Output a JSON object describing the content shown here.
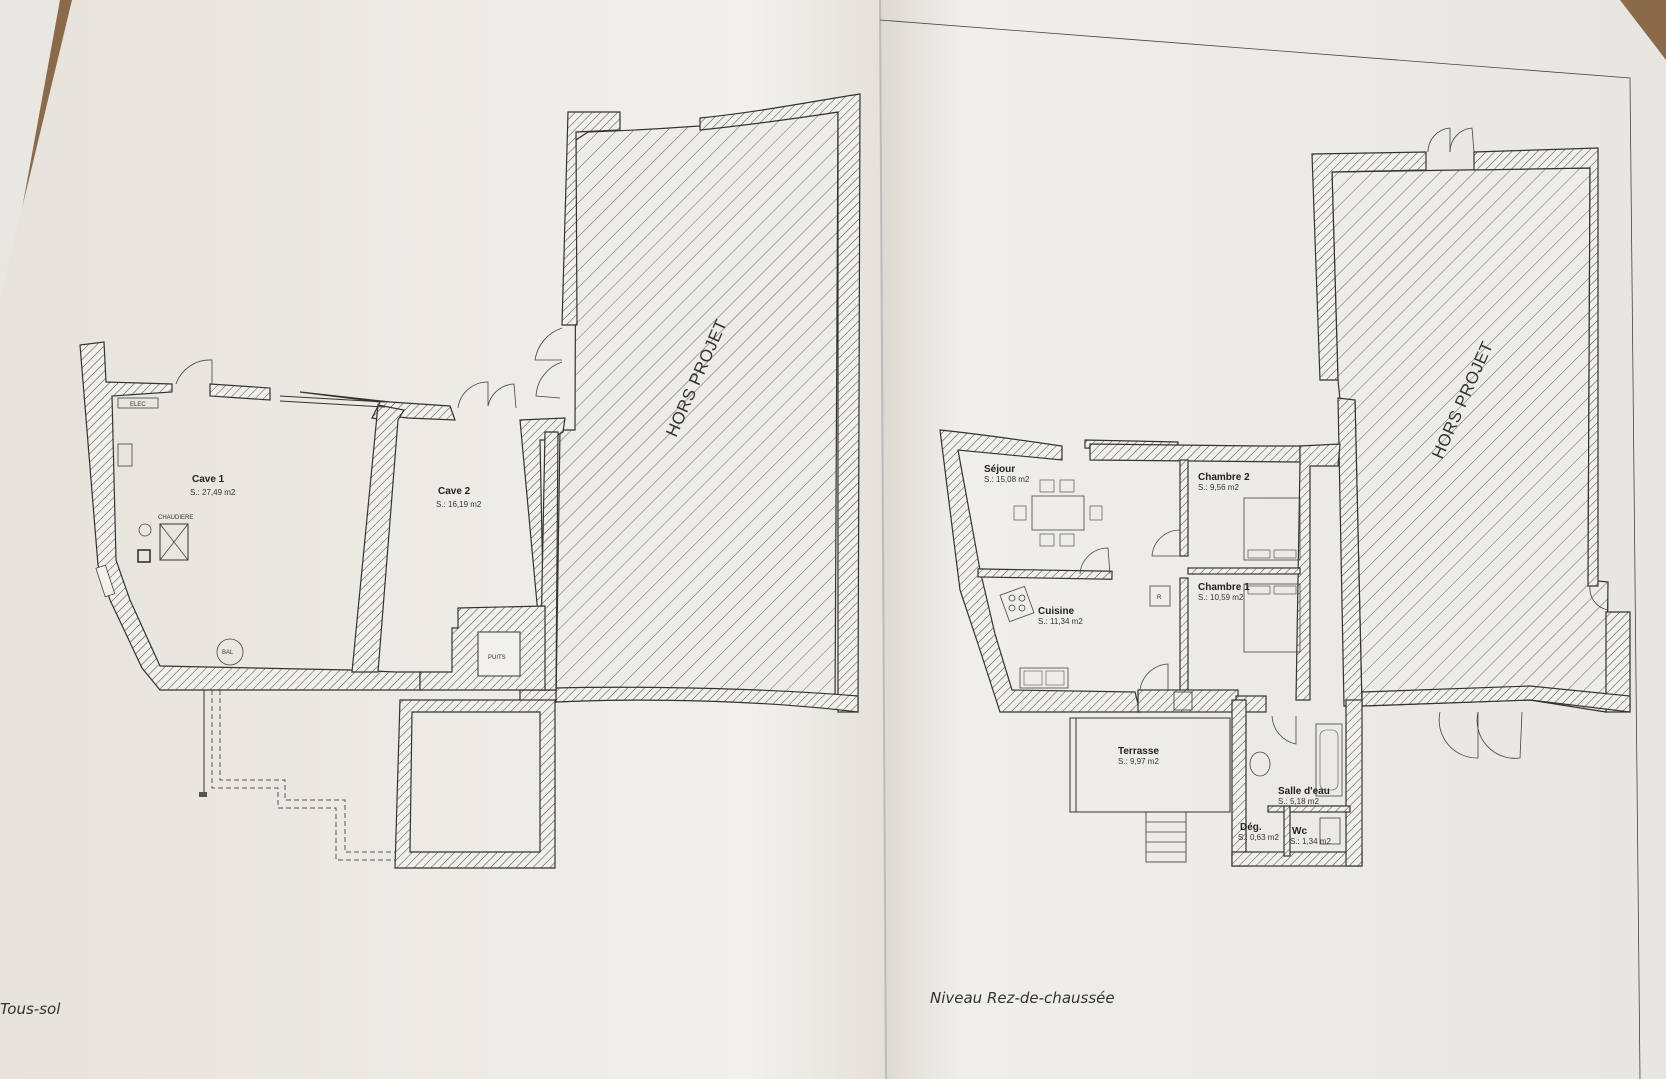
{
  "left_sheet": {
    "level_label": "Tous-sol",
    "hors_projet": "HORS PROJET",
    "rooms": [
      {
        "name": "Cave 1",
        "area": "S.: 27,49 m2"
      },
      {
        "name": "Cave 2",
        "area": "S.: 16,19 m2"
      }
    ],
    "labels": {
      "elec": "ELEC",
      "chaudiere": "CHAUDIERE",
      "bal": "BAL",
      "puits": "PUITS"
    }
  },
  "right_sheet": {
    "level_label": "Niveau Rez-de-chaussée",
    "hors_projet": "HORS PROJET",
    "rooms": [
      {
        "name": "Séjour",
        "area": "S.: 15,08 m2"
      },
      {
        "name": "Chambre 2",
        "area": "S.: 9,56 m2"
      },
      {
        "name": "Cuisine",
        "area": "S.: 11,34 m2"
      },
      {
        "name": "Chambre 1",
        "area": "S.: 10,59 m2"
      },
      {
        "name": "Terrasse",
        "area": "S.: 9,97 m2"
      },
      {
        "name": "Salle d'eau",
        "area": "S.: 5,18 m2"
      },
      {
        "name": "Dég.",
        "area": "S.: 0,63 m2"
      },
      {
        "name": "Wc",
        "area": "S.: 1,34 m2"
      }
    ],
    "labels": {
      "fridge": "R"
    }
  },
  "colors": {
    "paper": "#f1efea",
    "table": "#8a6a48",
    "ink": "#333333"
  }
}
